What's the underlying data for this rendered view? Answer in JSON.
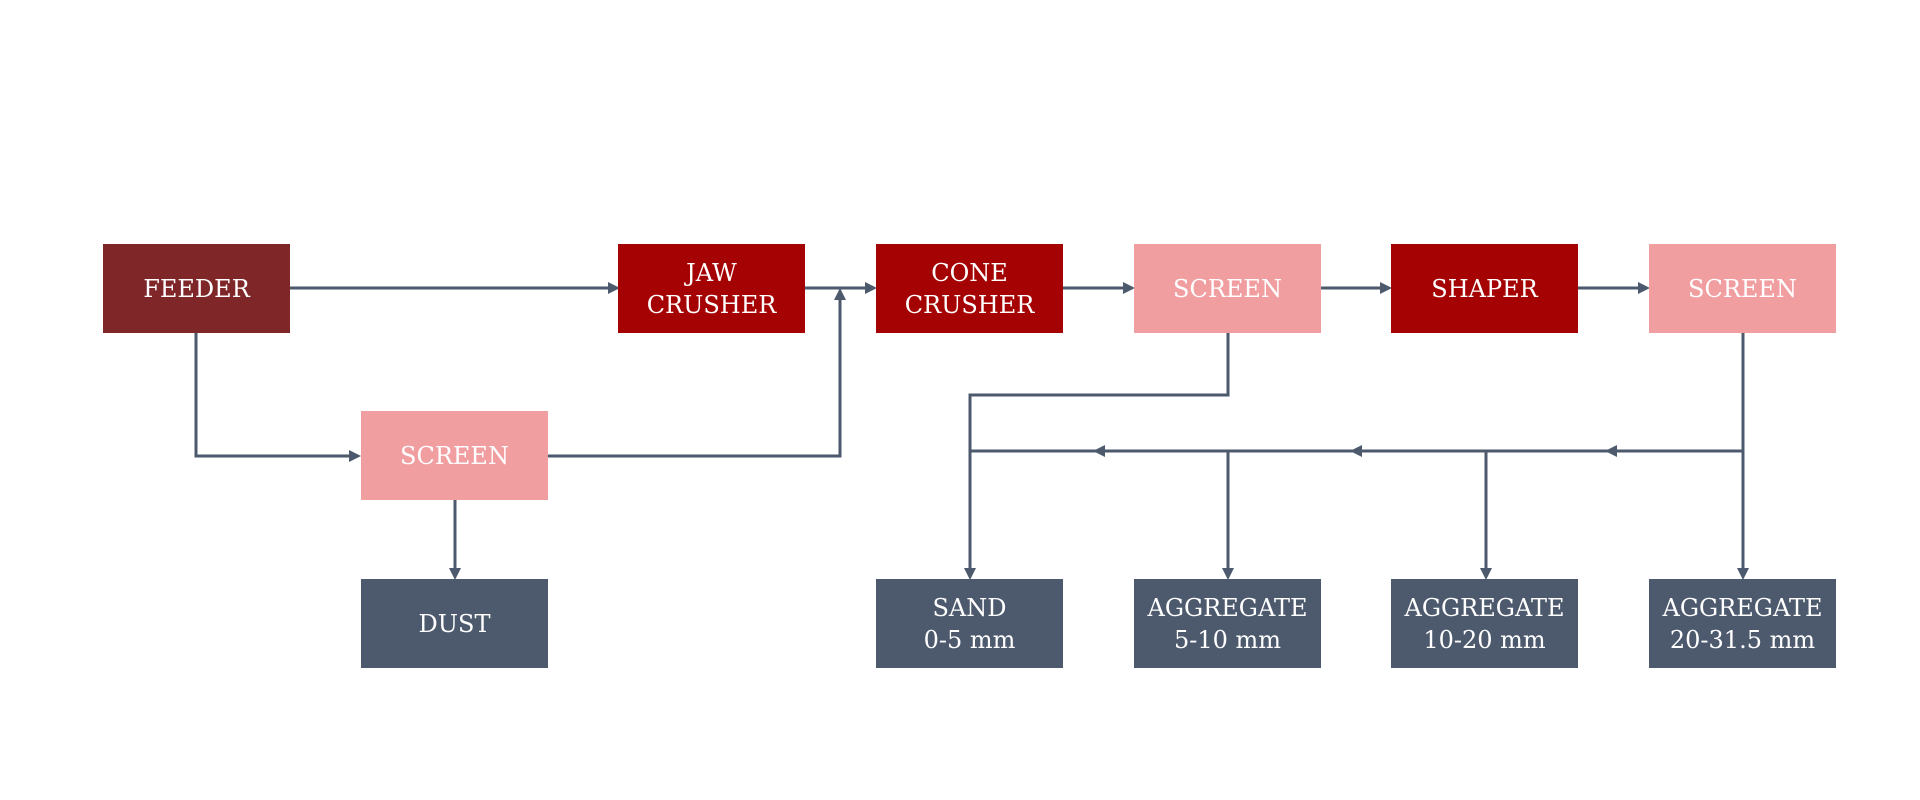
{
  "colors": {
    "feeder": "#7f2629",
    "crusher": "#a50303",
    "screen": "#f19ea1",
    "product": "#4d5a6e",
    "connector": "#4d5a6e"
  },
  "nodes": {
    "feeder": "FEEDER",
    "jaw_crusher": "JAW\nCRUSHER",
    "cone_crusher": "CONE\nCRUSHER",
    "screen_primary": "SCREEN",
    "shaper": "SHAPER",
    "screen_final": "SCREEN",
    "screen_prescreen": "SCREEN",
    "dust": "DUST",
    "sand": "SAND\n0-5 mm",
    "aggregate_5_10": "AGGREGATE\n5-10 mm",
    "aggregate_10_20": "AGGREGATE\n10-20 mm",
    "aggregate_20_31": "AGGREGATE\n20-31.5 mm"
  },
  "edges": [
    {
      "from": "feeder",
      "to": "jaw_crusher"
    },
    {
      "from": "feeder",
      "to": "screen_prescreen"
    },
    {
      "from": "screen_prescreen",
      "to": "dust"
    },
    {
      "from": "screen_prescreen",
      "to": "cone_crusher"
    },
    {
      "from": "jaw_crusher",
      "to": "cone_crusher"
    },
    {
      "from": "cone_crusher",
      "to": "screen_primary"
    },
    {
      "from": "screen_primary",
      "to": "shaper"
    },
    {
      "from": "shaper",
      "to": "screen_final"
    },
    {
      "from": "screen_primary",
      "to": "sand"
    },
    {
      "from": "screen_final",
      "to": "aggregate_20_31"
    },
    {
      "from": "screen_final",
      "to": "aggregate_10_20"
    },
    {
      "from": "screen_final",
      "to": "aggregate_5_10"
    },
    {
      "from": "screen_final",
      "to": "sand"
    }
  ]
}
